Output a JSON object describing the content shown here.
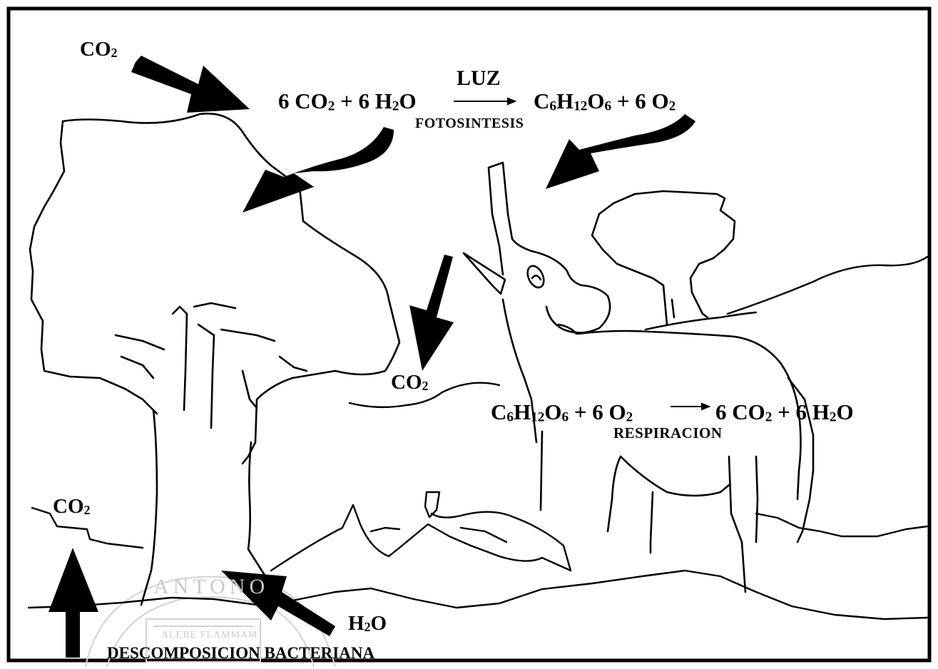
{
  "diagram": {
    "title": "",
    "photosynthesis": {
      "reactants": [
        "6 CO",
        "2",
        " + 6 H",
        "2",
        "O"
      ],
      "arrow_label": "LUZ",
      "products": [
        "C",
        "6",
        "H",
        "12",
        "O",
        "6",
        " + 6 O",
        "2"
      ],
      "caption": "FOTOSINTESIS"
    },
    "respiration": {
      "reactants": [
        "C",
        "6",
        "H",
        "12",
        "O",
        "6",
        " + 6 O",
        "2"
      ],
      "products": [
        "6 CO",
        "2",
        " + 6 H",
        "2",
        "O"
      ],
      "caption": "RESPIRACION"
    },
    "co2_labels": {
      "top_left": [
        "CO",
        "2"
      ],
      "middle": [
        "CO",
        "2"
      ],
      "ground_left": [
        "CO",
        "2"
      ]
    },
    "water_label": [
      "H",
      "2",
      "O"
    ],
    "decomposition_label": "DESCOMPOSICION BACTERIANA",
    "watermark": {
      "arc_text": "ANTONO",
      "motto": "ALERE FLAMMAM"
    },
    "colors": {
      "ink": "#000000",
      "background": "#ffffff",
      "watermark": "#c9c9c9"
    }
  }
}
